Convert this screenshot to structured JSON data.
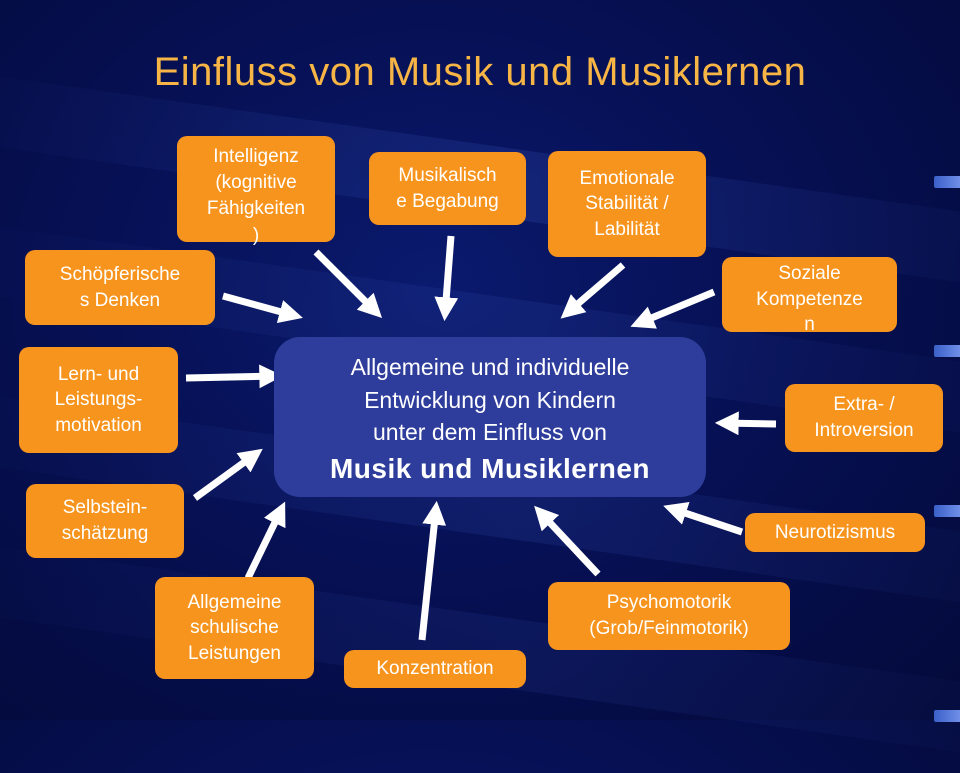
{
  "title": "Einfluss von Musik und Musiklernen",
  "center": {
    "line1": "Allgemeine und individuelle",
    "line2": "Entwicklung von Kindern",
    "line3": "unter dem Einfluss von",
    "line4": "Musik und Musiklernen"
  },
  "factors": {
    "intelligenz": [
      "Intelligenz",
      "(kognitive",
      "Fähigkeiten",
      ")"
    ],
    "musikalisch": [
      "Musikalisch",
      "e Begabung"
    ],
    "emotionale": [
      "Emotionale",
      "Stabilität /",
      "Labilität"
    ],
    "schoepferisch": [
      "Schöpferische",
      "s Denken"
    ],
    "soziale": [
      "Soziale",
      "Kompetenze",
      "n"
    ],
    "lern": [
      "Lern- und",
      "Leistungs-",
      "motivation"
    ],
    "extra": [
      "Extra- /",
      "Introversion"
    ],
    "selbst": [
      "Selbstein-",
      "schätzung"
    ],
    "neuro": [
      "Neurotizismus"
    ],
    "allgemeine": [
      "Allgemeine",
      "schulische",
      "Leistungen"
    ],
    "psycho": [
      "Psychomotorik",
      "(Grob/Feinmotorik)"
    ],
    "konzentration": [
      "Konzentration"
    ]
  },
  "colors": {
    "box": "#f7941d",
    "center": "#2e3d9b",
    "title": "#f7b545",
    "arrow": "#ffffff"
  }
}
